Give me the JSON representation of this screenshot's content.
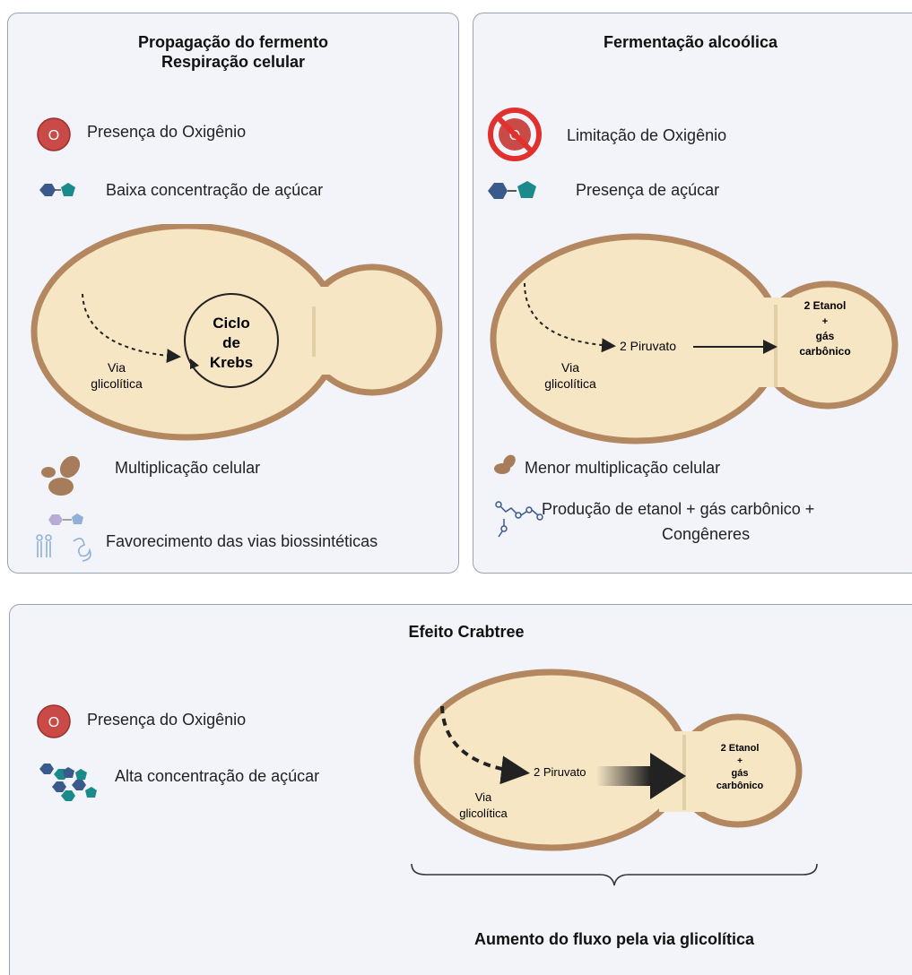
{
  "panel1": {
    "title_line1": "Propagação do fermento",
    "title_line2": "Respiração celular",
    "oxygen_symbol": "O",
    "oxygen_label": "Presença do Oxigênio",
    "sugar_label": "Baixa concentração de açúcar",
    "cell_pathway_label_line1": "Via",
    "cell_pathway_label_line2": "glicolítica",
    "krebs_line1": "Ciclo",
    "krebs_line2": "de",
    "krebs_line3": "Krebs",
    "multiplication_label": "Multiplicação celular",
    "biosynthesis_label": "Favorecimento das vias biossintéticas"
  },
  "panel2": {
    "title": "Fermentação alcoólica",
    "oxygen_symbol": "O",
    "oxygen_label": "Limitação de Oxigênio",
    "sugar_label": "Presença de açúcar",
    "pyruvate_label": "2 Piruvato",
    "cell_pathway_label_line1": "Via",
    "cell_pathway_label_line2": "glicolítica",
    "product_line1": "2 Etanol",
    "product_line2": "+",
    "product_line3": "gás",
    "product_line4": "carbônico",
    "multiplication_label": "Menor multiplicação celular",
    "production_line1": "Produção de etanol + gás carbônico +",
    "production_line2": "Congêneres"
  },
  "panel3": {
    "title": "Efeito Crabtree",
    "oxygen_symbol": "O",
    "oxygen_label": "Presença do Oxigênio",
    "sugar_label": "Alta concentração de açúcar",
    "pyruvate_label": "2 Piruvato",
    "cell_pathway_label_line1": "Via",
    "cell_pathway_label_line2": "glicolítica",
    "product_line1": "2 Etanol",
    "product_line2": "+",
    "product_line3": "gás",
    "product_line4": "carbônico",
    "flux_label": "Aumento do fluxo pela via glicolítica"
  },
  "colors": {
    "cell_fill": "#f7e6c4",
    "cell_border": "#b38760",
    "oxygen_red": "#c94a46",
    "no_sign_red": "#e0312f",
    "sugar_blue": "#3a5a8c",
    "sugar_teal": "#1a8a8a",
    "panel_bg": "#f2f4f9",
    "panel_border": "#9aa3b0"
  }
}
